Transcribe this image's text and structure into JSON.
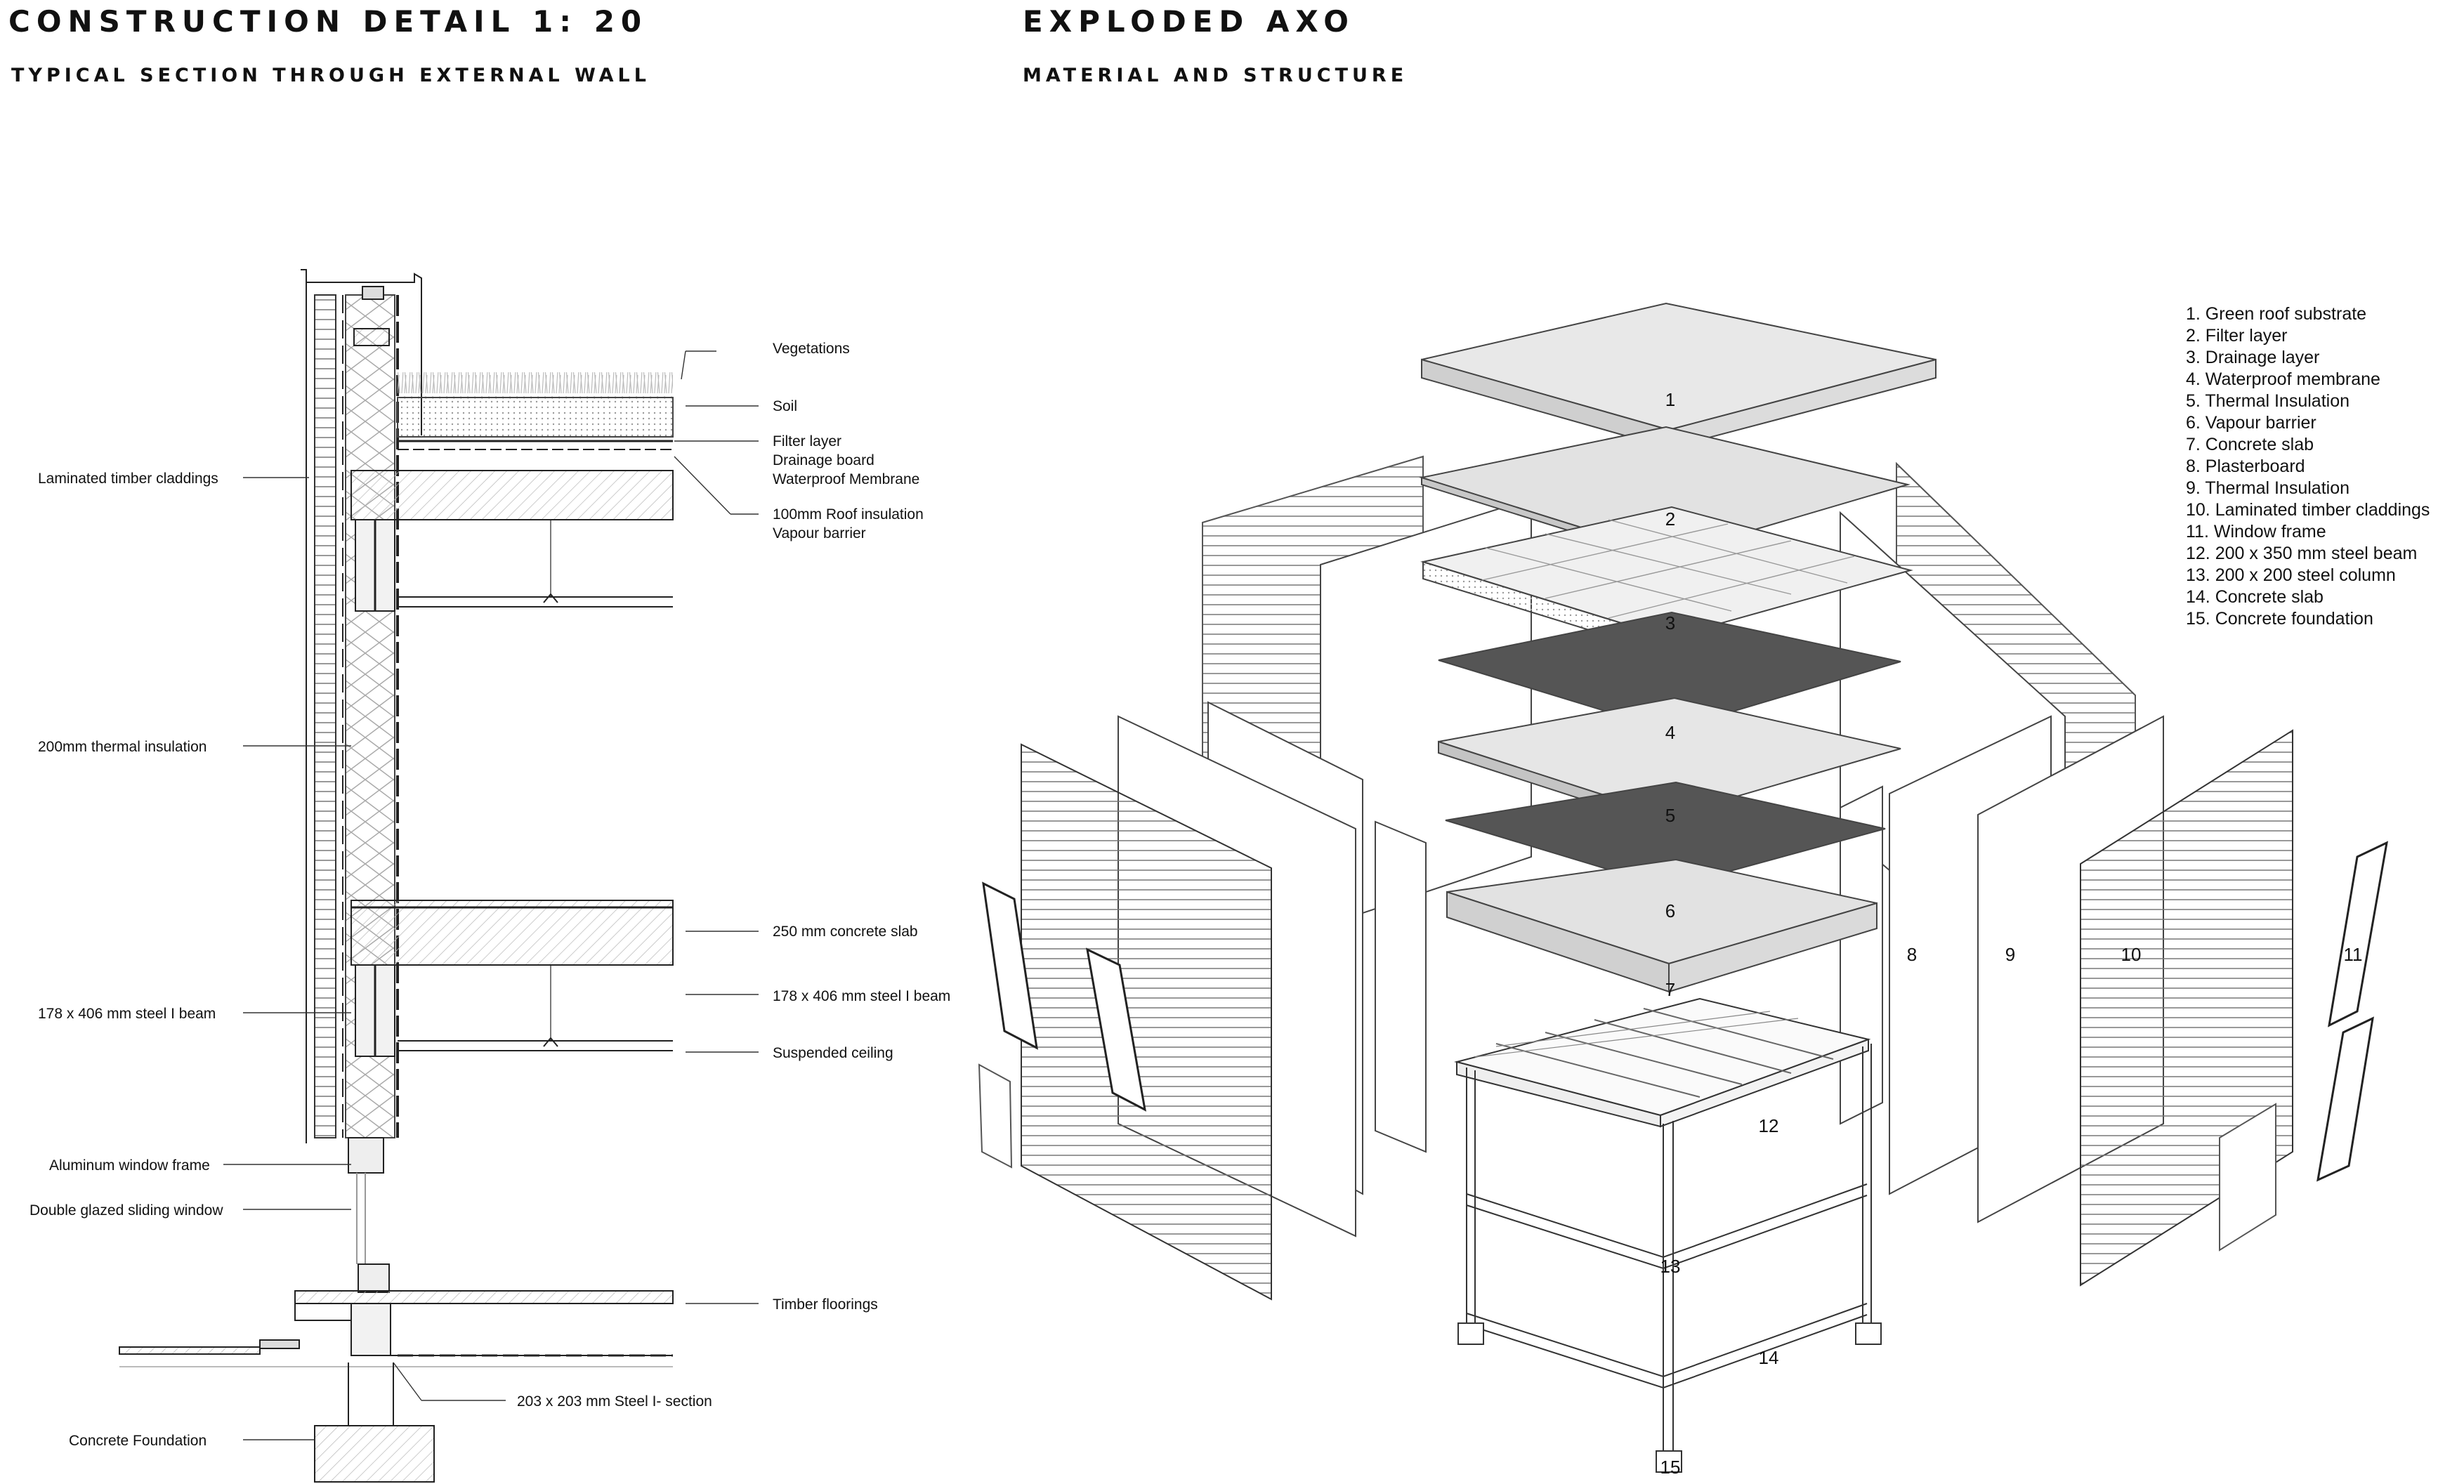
{
  "section": {
    "title": "CONSTRUCTION DETAIL 1: 20",
    "subtitle": "TYPICAL SECTION THROUGH EXTERNAL WALL",
    "labels_left": [
      "Laminated timber claddings",
      "200mm thermal insulation",
      "178 x 406 mm steel I beam",
      "Aluminum window frame",
      "Double glazed sliding window",
      "Concrete Foundation"
    ],
    "labels_right": [
      "Vegetations",
      "Soil",
      "Filter layer",
      "Drainage board",
      "Waterproof Membrane",
      "100mm Roof insulation",
      "Vapour barrier",
      "250 mm concrete slab",
      "178 x 406 mm steel I beam",
      "Suspended ceiling",
      "Timber floorings",
      "203 x 203 mm Steel I- section"
    ]
  },
  "axo": {
    "title": "EXPLODED AXO",
    "subtitle": "MATERIAL AND STRUCTURE",
    "legend": [
      "1. Green roof substrate",
      "2. Filter layer",
      "3. Drainage layer",
      "4. Waterproof membrane",
      "5. Thermal Insulation",
      "6. Vapour barrier",
      "7. Concrete slab",
      "8. Plasterboard",
      "9. Thermal Insulation",
      "10. Laminated timber claddings",
      "11. Window frame",
      "12. 200 x 350 mm steel beam",
      "13. 200 x 200 steel column",
      "14. Concrete slab",
      "15. Concrete foundation"
    ],
    "numbers": [
      "1",
      "2",
      "3",
      "4",
      "5",
      "6",
      "7",
      "8",
      "9",
      "10",
      "11",
      "12",
      "13",
      "14",
      "15"
    ]
  },
  "colors": {
    "ink": "#111111",
    "dark_layer": "#555555",
    "light_layer": "#e4e4e4",
    "line": "#444444"
  }
}
